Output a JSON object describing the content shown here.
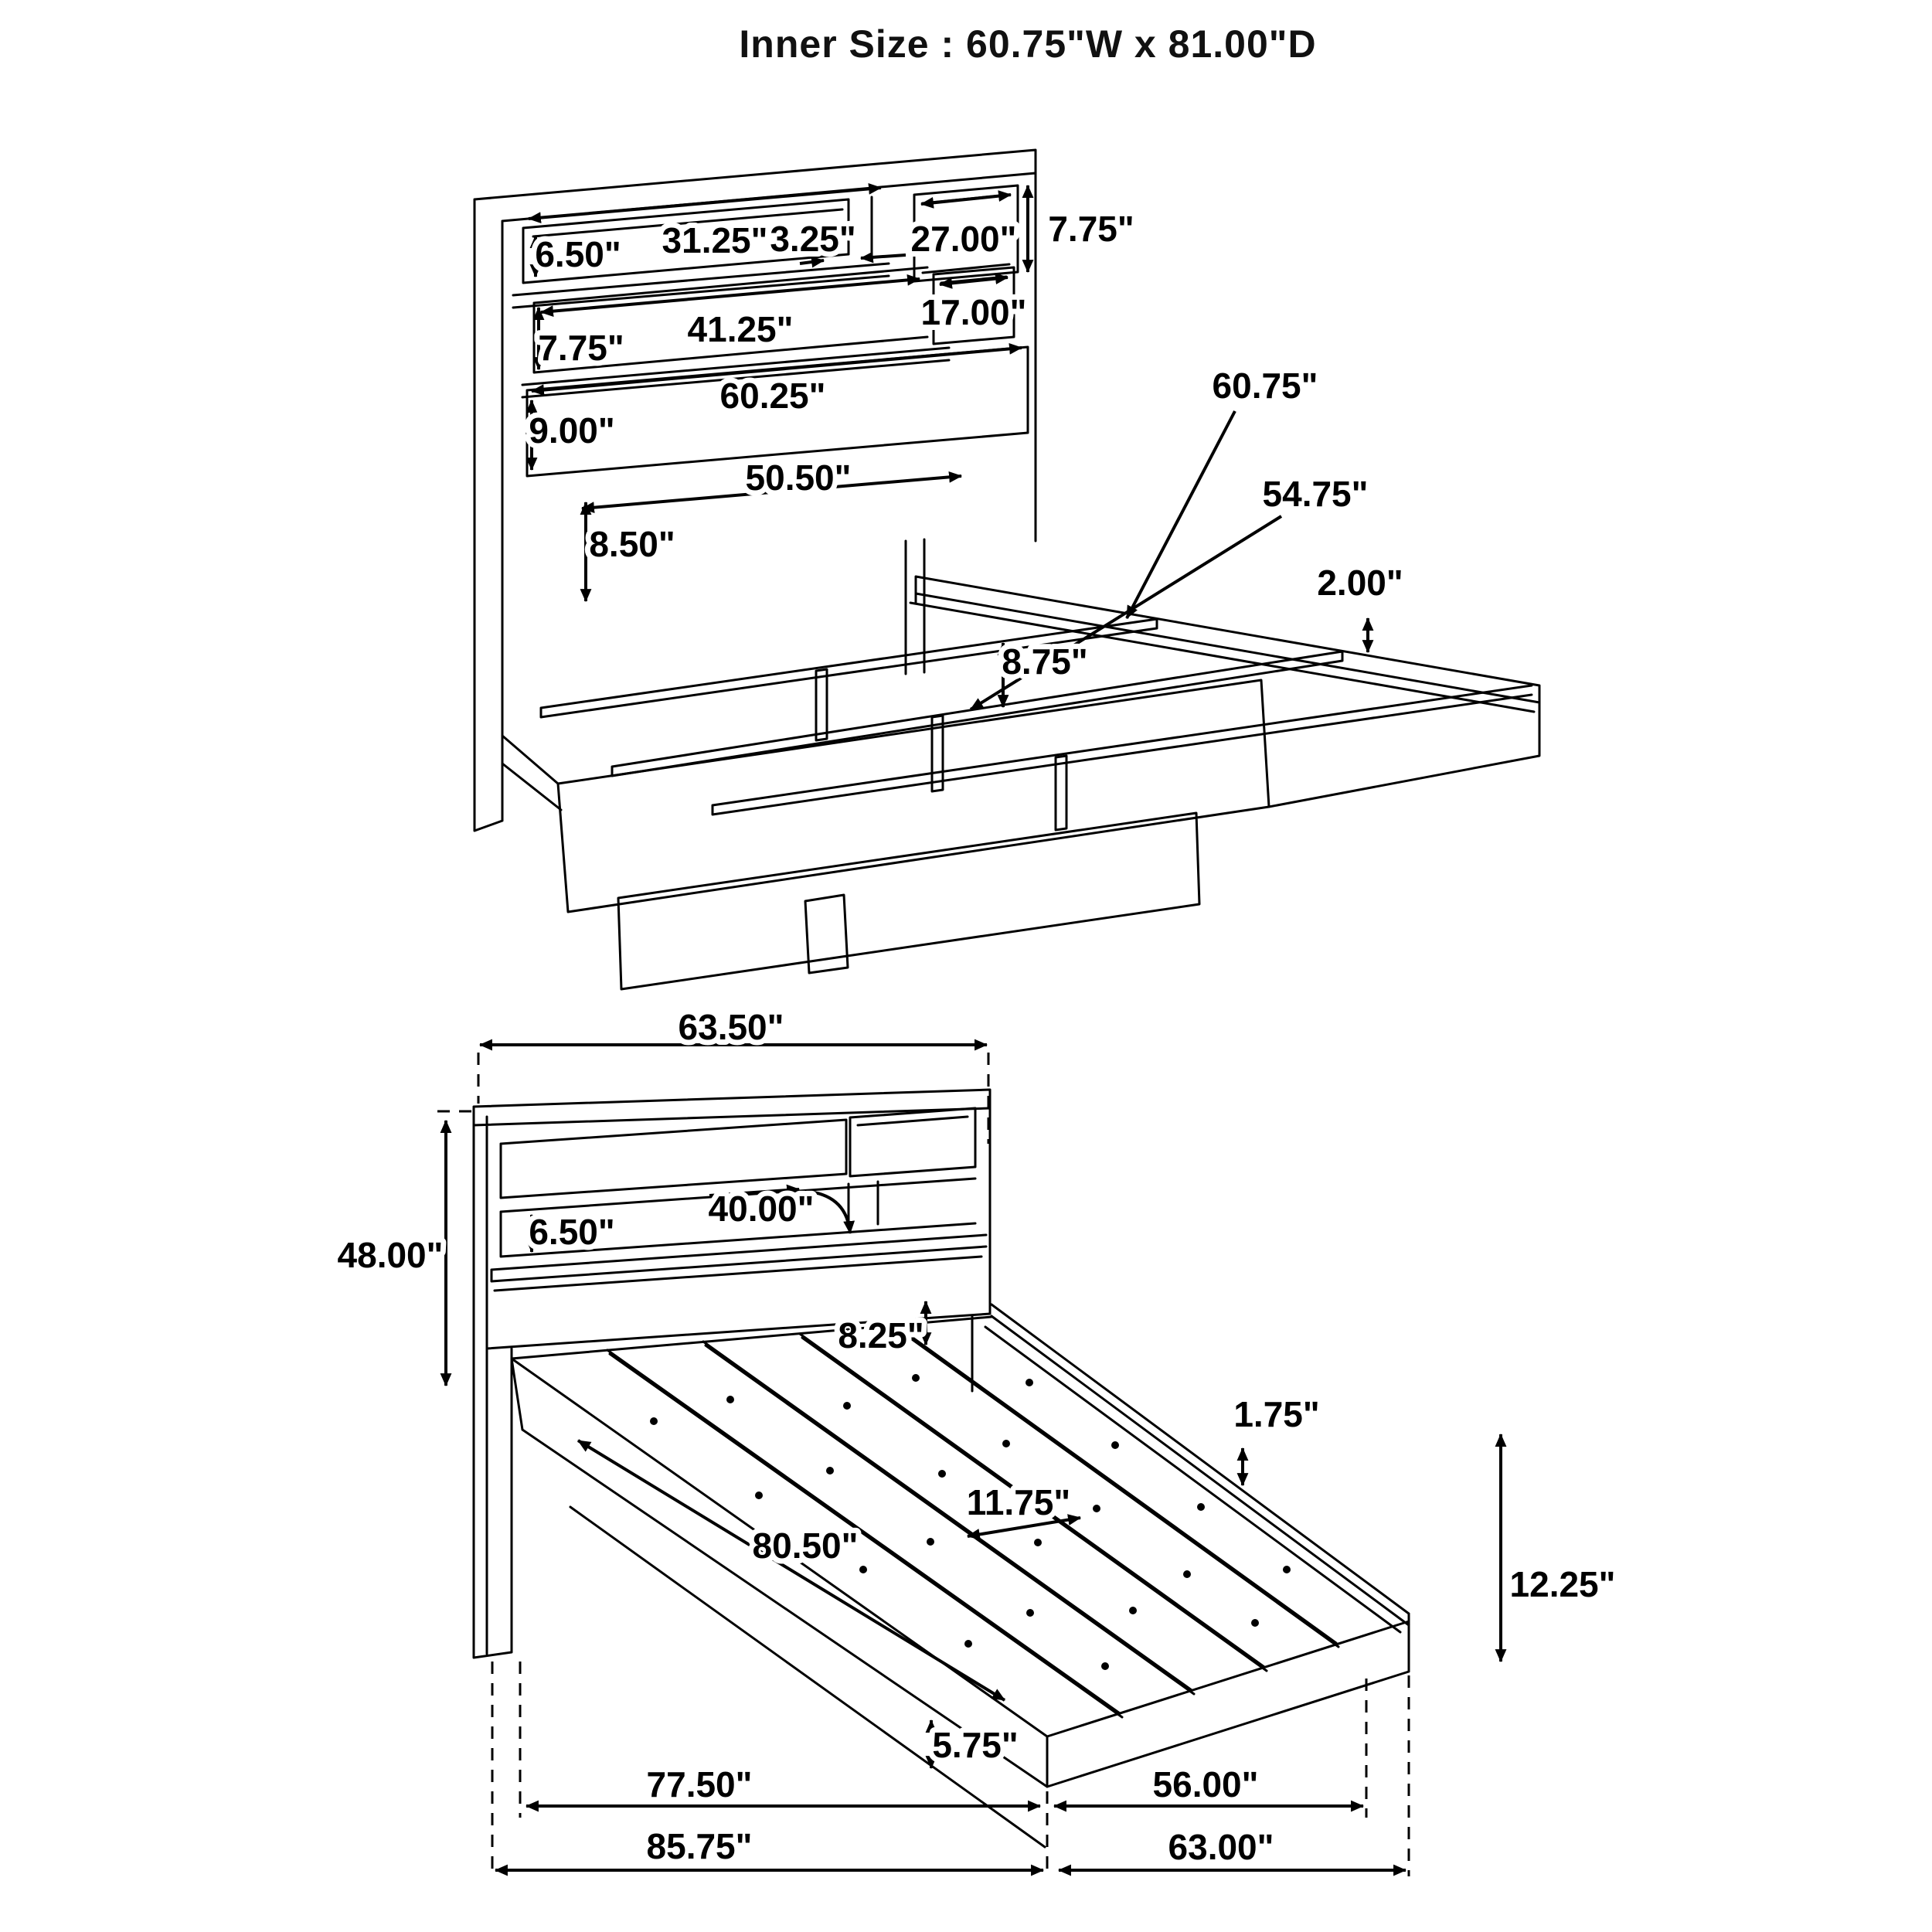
{
  "title": "Inner Size : 60.75\"W x 81.00\"D",
  "colors": {
    "line": "#000000",
    "background": "#ffffff"
  },
  "top_view": {
    "description": "perspective view of bookcase headboard bed with slat rails",
    "labels": [
      {
        "id": "shelf1-height",
        "text": "6.50\""
      },
      {
        "id": "shelf1-width",
        "text": "31.25\""
      },
      {
        "id": "shelf1-gap",
        "text": "3.25\""
      },
      {
        "id": "cubby-width",
        "text": "27.00\""
      },
      {
        "id": "cubby-height",
        "text": "7.75\""
      },
      {
        "id": "shelf2-width",
        "text": "41.25\""
      },
      {
        "id": "cubby2-width",
        "text": "17.00\""
      },
      {
        "id": "shelf2-height",
        "text": "7.75\""
      },
      {
        "id": "panel-width",
        "text": "60.25\""
      },
      {
        "id": "panel-height",
        "text": "9.00\""
      },
      {
        "id": "lower-span",
        "text": "50.50\""
      },
      {
        "id": "lower-height",
        "text": "8.50\""
      },
      {
        "id": "rail-leg-height",
        "text": "8.75\""
      },
      {
        "id": "rail-length-1",
        "text": "60.75\""
      },
      {
        "id": "rail-length-2",
        "text": "54.75\""
      },
      {
        "id": "rail-lip",
        "text": "2.00\""
      }
    ]
  },
  "bottom_view": {
    "description": "perspective view of full bed with slat deck and overall dimensions",
    "labels": [
      {
        "id": "headboard-width",
        "text": "63.50\""
      },
      {
        "id": "headboard-height",
        "text": "48.00\""
      },
      {
        "id": "shelf-opening-height",
        "text": "6.50\""
      },
      {
        "id": "shelf-opening-width",
        "text": "40.00\""
      },
      {
        "id": "deck-to-shelf",
        "text": "8.25\""
      },
      {
        "id": "rail-lip-height",
        "text": "1.75\""
      },
      {
        "id": "slat-spacing",
        "text": "11.75\""
      },
      {
        "id": "deck-length",
        "text": "80.50\""
      },
      {
        "id": "foot-height",
        "text": "12.25\""
      },
      {
        "id": "plinth-height",
        "text": "5.75\""
      },
      {
        "id": "base-length",
        "text": "77.50\""
      },
      {
        "id": "base-width",
        "text": "56.00\""
      },
      {
        "id": "overall-length",
        "text": "85.75\""
      },
      {
        "id": "overall-width",
        "text": "63.00\""
      }
    ]
  }
}
